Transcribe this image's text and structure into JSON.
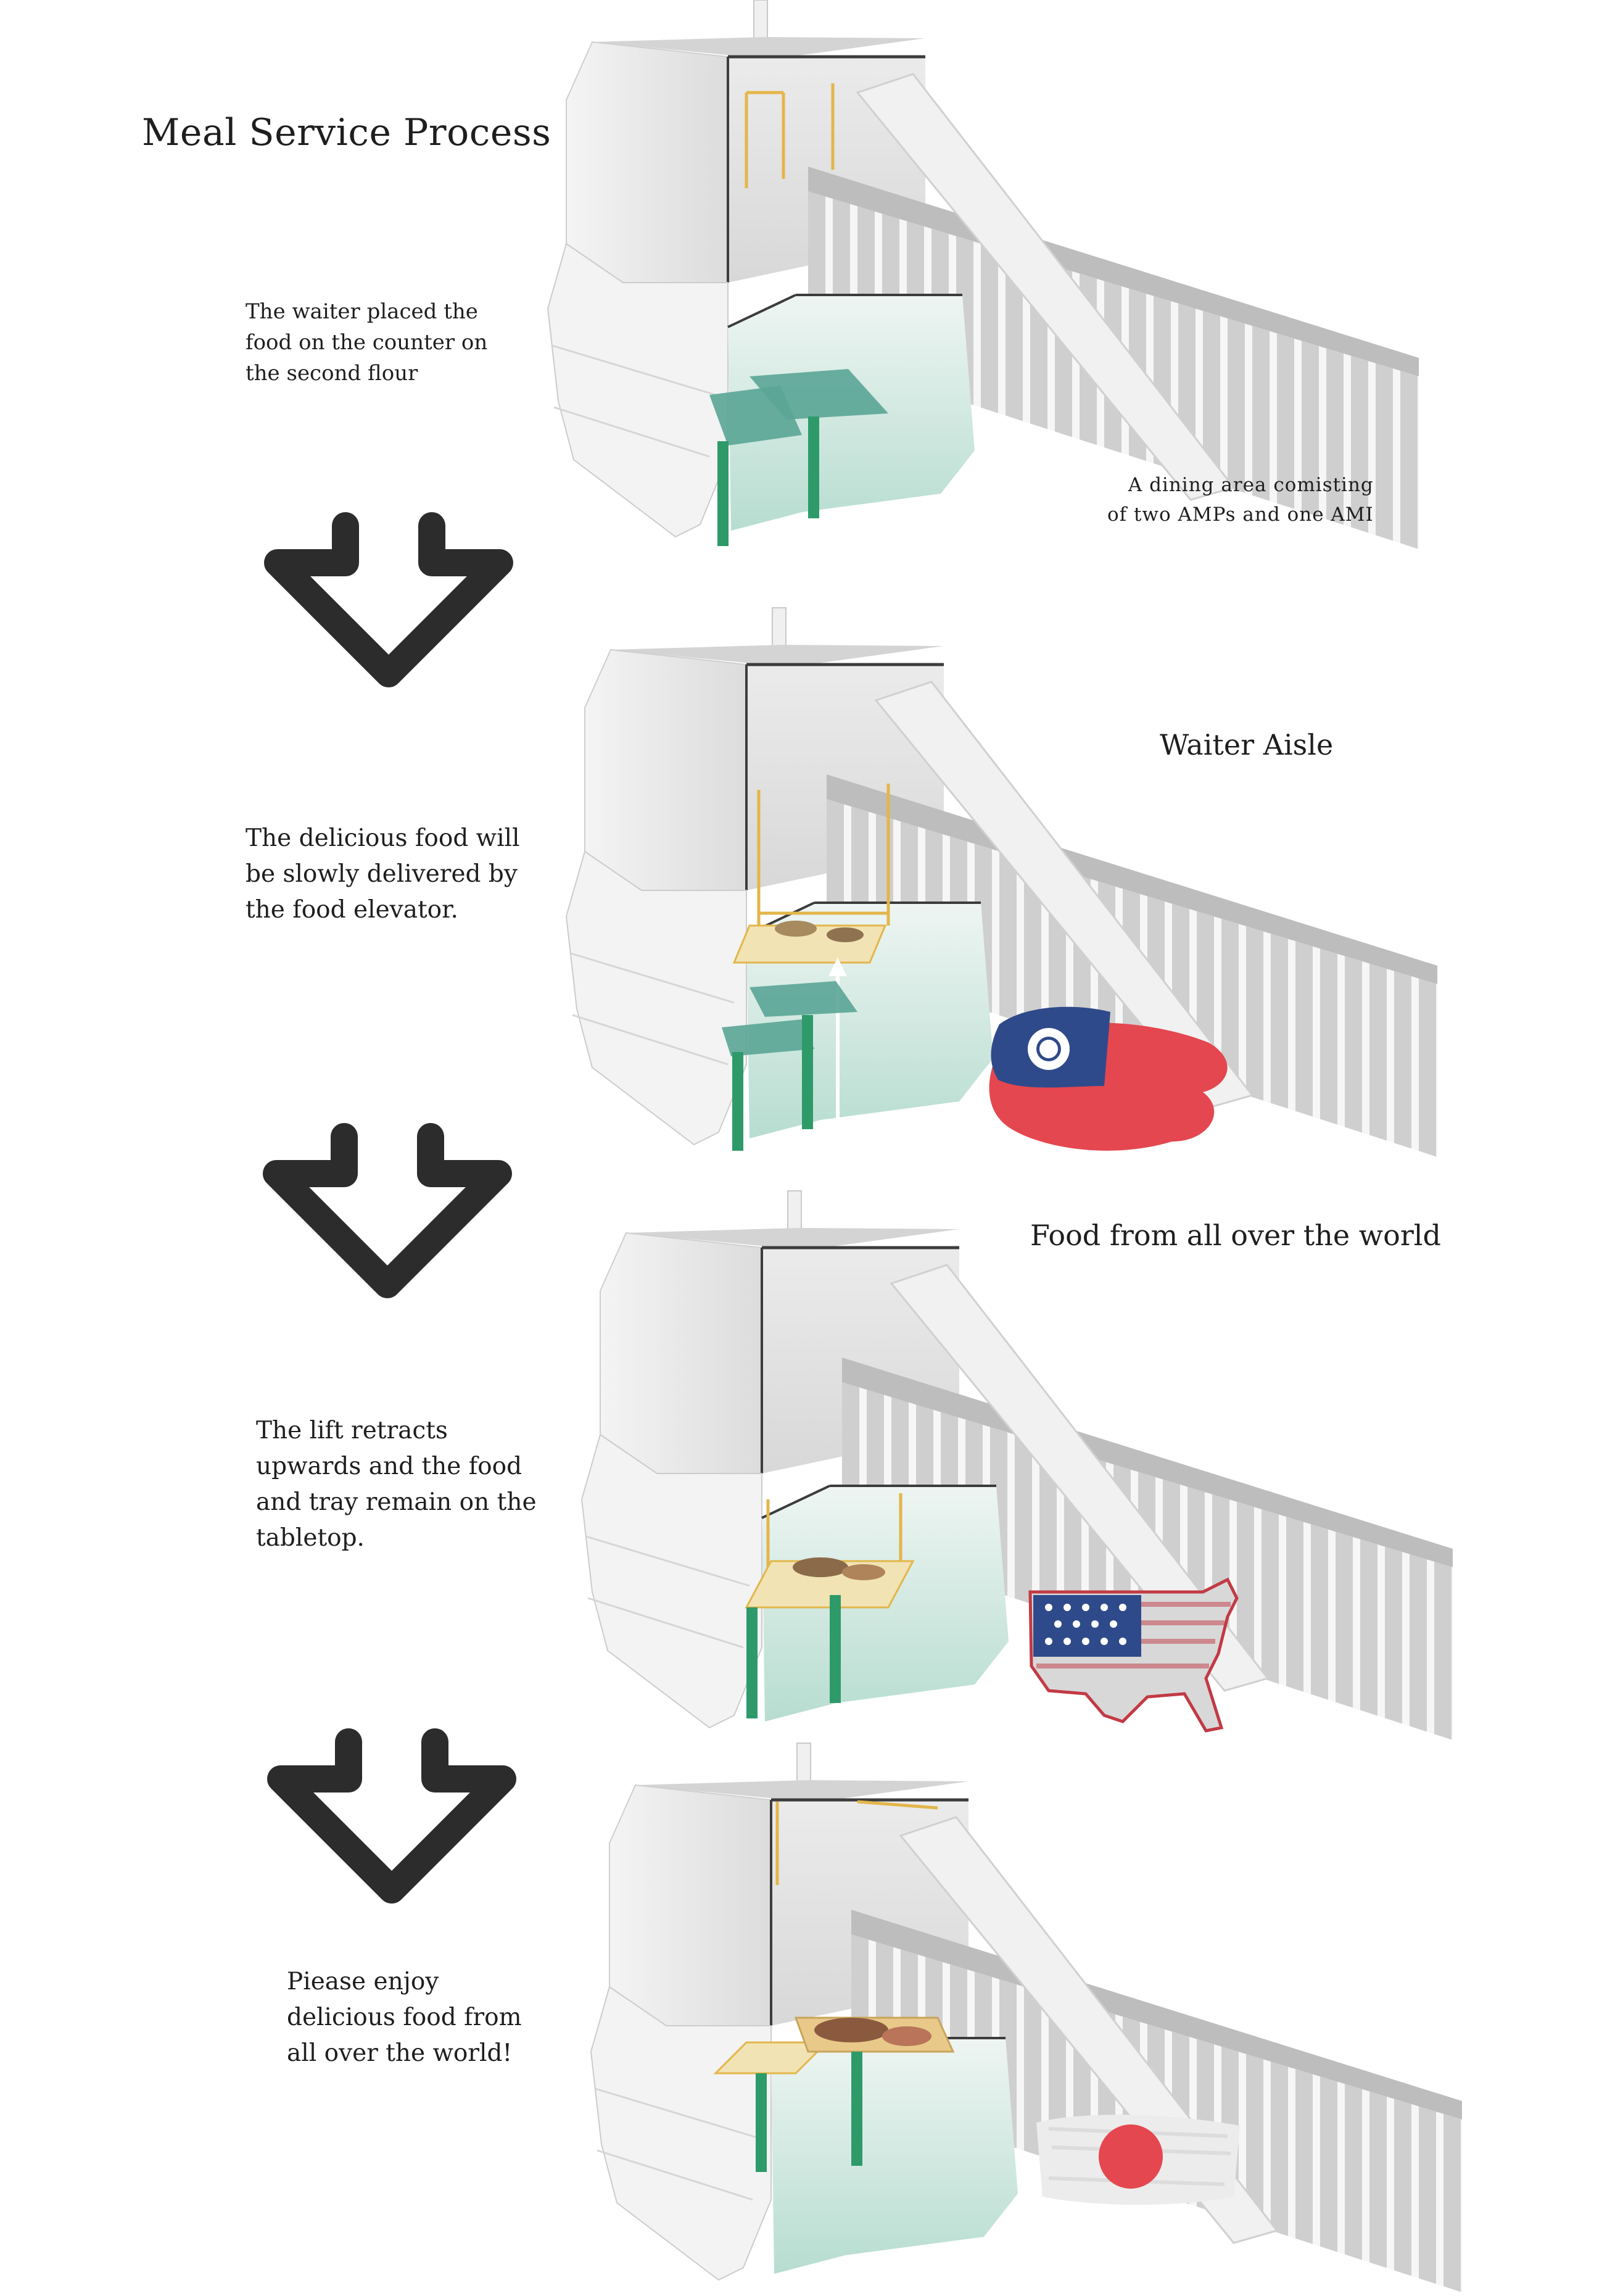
{
  "title": "Meal Service Process",
  "steps": [
    {
      "lines": [
        "The waiter placed the",
        "food on the counter on",
        "the second flour"
      ]
    },
    {
      "lines": [
        "The delicious food will",
        "be slowly delivered by",
        "the food elevator."
      ]
    },
    {
      "lines": [
        "The lift retracts",
        "upwards and the food",
        "and tray remain on the",
        "tabletop."
      ]
    },
    {
      "lines": [
        "Piease enjoy",
        "delicious food from",
        "all over the world!"
      ]
    }
  ],
  "annotations": {
    "dining_area": [
      "A dining area comisting",
      "of two AMPs and one AMI"
    ],
    "waiter_aisle": "Waiter Aisle",
    "food_world": "Food from all over the world"
  },
  "flags": [
    "taiwan-flag",
    "usa-map-flag",
    "japan-flag"
  ],
  "colors": {
    "arrow": "#2c2c2c",
    "table_leg": "#2e9a6a",
    "glass_top": "#5aa596",
    "frame_yellow": "#e3b64a",
    "red": "#e4474f"
  }
}
